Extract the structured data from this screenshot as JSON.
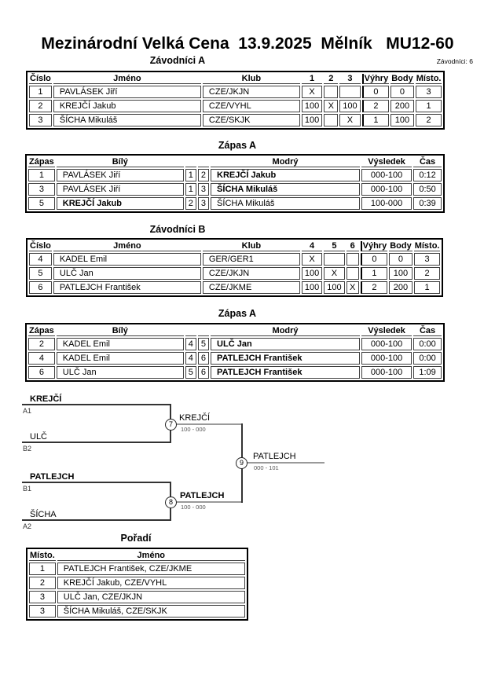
{
  "page": {
    "title": "Mezinárodní Velká Cena  13.9.2025  Mělník   MU12-60",
    "competitors_count": "Závodníci: 6",
    "colors": {
      "text": "#000000",
      "winner_line": "#9a9a9a"
    }
  },
  "group_a": {
    "heading": "Závodníci A",
    "headers": {
      "number": "Číslo",
      "name": "Jméno",
      "club": "Klub",
      "m1": "1",
      "m2": "2",
      "m3": "3",
      "wins": "Výhry",
      "points": "Body",
      "place": "Místo."
    },
    "rows": [
      {
        "number": "1",
        "name": "PAVLÁSEK Jiří",
        "club": "CZE/JKJN",
        "m1": "X",
        "m2": "",
        "m3": "",
        "wins": "0",
        "points": "0",
        "place": "3"
      },
      {
        "number": "2",
        "name": "KREJČÍ Jakub",
        "club": "CZE/VYHL",
        "m1": "100",
        "m2": "X",
        "m3": "100",
        "wins": "2",
        "points": "200",
        "place": "1"
      },
      {
        "number": "3",
        "name": "ŠÍCHA Mikuláš",
        "club": "CZE/SKJK",
        "m1": "100",
        "m2": "",
        "m3": "X",
        "wins": "1",
        "points": "100",
        "place": "2"
      }
    ]
  },
  "matches_a": {
    "heading": "Zápas A",
    "headers": {
      "match": "Zápas",
      "white": "Bílý",
      "blue": "Modrý",
      "result": "Výsledek",
      "time": "Čas"
    },
    "rows": [
      {
        "match": "1",
        "white": "PAVLÁSEK Jiří",
        "white_num": "1",
        "blue_num": "2",
        "blue": "KREJČÍ Jakub",
        "result": "000-100",
        "time": "0:12",
        "winner": "blue"
      },
      {
        "match": "3",
        "white": "PAVLÁSEK Jiří",
        "white_num": "1",
        "blue_num": "3",
        "blue": "ŠÍCHA Mikuláš",
        "result": "000-100",
        "time": "0:50",
        "winner": "blue"
      },
      {
        "match": "5",
        "white": "KREJČÍ Jakub",
        "white_num": "2",
        "blue_num": "3",
        "blue": "ŠÍCHA Mikuláš",
        "result": "100-000",
        "time": "0:39",
        "winner": "white"
      }
    ]
  },
  "group_b": {
    "heading": "Závodníci B",
    "headers": {
      "number": "Číslo",
      "name": "Jméno",
      "club": "Klub",
      "m1": "4",
      "m2": "5",
      "m3": "6",
      "wins": "Výhry",
      "points": "Body",
      "place": "Místo."
    },
    "rows": [
      {
        "number": "4",
        "name": "KADEL Emil",
        "club": "GER/GER1",
        "m1": "X",
        "m2": "",
        "m3": "",
        "wins": "0",
        "points": "0",
        "place": "3"
      },
      {
        "number": "5",
        "name": "ULČ Jan",
        "club": "CZE/JKJN",
        "m1": "100",
        "m2": "X",
        "m3": "",
        "wins": "1",
        "points": "100",
        "place": "2"
      },
      {
        "number": "6",
        "name": "PATLEJCH František",
        "club": "CZE/JKME",
        "m1": "100",
        "m2": "100",
        "m3": "X",
        "wins": "2",
        "points": "200",
        "place": "1"
      }
    ]
  },
  "matches_b": {
    "heading": "Zápas A",
    "headers": {
      "match": "Zápas",
      "white": "Bílý",
      "blue": "Modrý",
      "result": "Výsledek",
      "time": "Čas"
    },
    "rows": [
      {
        "match": "2",
        "white": "KADEL Emil",
        "white_num": "4",
        "blue_num": "5",
        "blue": "ULČ Jan",
        "result": "000-100",
        "time": "0:00",
        "winner": "blue"
      },
      {
        "match": "4",
        "white": "KADEL Emil",
        "white_num": "4",
        "blue_num": "6",
        "blue": "PATLEJCH František",
        "result": "000-100",
        "time": "0:00",
        "winner": "blue"
      },
      {
        "match": "6",
        "white": "ULČ Jan",
        "white_num": "5",
        "blue_num": "6",
        "blue": "PATLEJCH František",
        "result": "000-100",
        "time": "1:09",
        "winner": "blue"
      }
    ]
  },
  "bracket": {
    "slots": [
      {
        "name": "KREJČÍ",
        "seed": "A1"
      },
      {
        "name": "ULČ",
        "seed": "B2"
      },
      {
        "name": "PATLEJCH",
        "seed": "B1"
      },
      {
        "name": "ŠÍCHA",
        "seed": "A2"
      }
    ],
    "matches": [
      {
        "id": "7",
        "winner": "KREJČÍ",
        "score": "100 - 000"
      },
      {
        "id": "8",
        "winner": "PATLEJCH",
        "score": "100 - 000"
      },
      {
        "id": "9",
        "winner": "PATLEJCH",
        "score": "000 - 101"
      }
    ]
  },
  "ranking": {
    "heading": "Pořadí",
    "headers": {
      "place": "Místo.",
      "name": "Jméno"
    },
    "rows": [
      {
        "place": "1",
        "name": "PATLEJCH František, CZE/JKME"
      },
      {
        "place": "2",
        "name": "KREJČÍ Jakub, CZE/VYHL"
      },
      {
        "place": "3",
        "name": "ULČ Jan, CZE/JKJN"
      },
      {
        "place": "3",
        "name": "ŠÍCHA Mikuláš, CZE/SKJK"
      }
    ]
  }
}
